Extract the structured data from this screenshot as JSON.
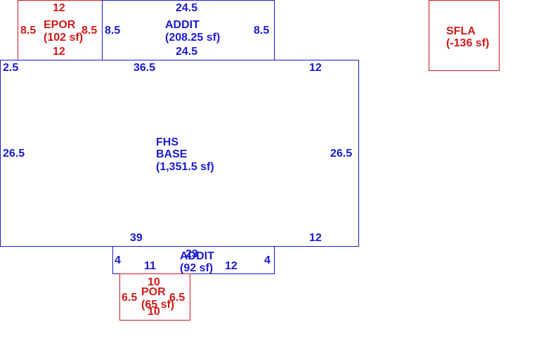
{
  "colors": {
    "blue": "#1a1ad0",
    "red": "#d01a1a"
  },
  "epor": {
    "name": "EPOR",
    "area": "(102 sf)",
    "top": "12",
    "bottom": "12",
    "left": "8.5",
    "right": "8.5"
  },
  "addit_top": {
    "name": "ADDIT",
    "area": "(208.25 sf)",
    "top": "24.5",
    "bottom": "24.5",
    "left": "8.5",
    "right": "8.5"
  },
  "sfla": {
    "name": "SFLA",
    "area": "(-136 sf)"
  },
  "base": {
    "name1": "FHS",
    "name2": "BASE",
    "area": "(1,351.5 sf)",
    "top_left": "2.5",
    "top_mid": "36.5",
    "top_right": "12",
    "left": "26.5",
    "right": "26.5",
    "bottom_mid": "39",
    "bottom_right": "12"
  },
  "addit_bottom": {
    "name": "ADDIT",
    "area": "(92 sf)",
    "top": "23",
    "left": "4",
    "right": "4",
    "bottom_left": "11",
    "bottom_right": "12"
  },
  "por": {
    "name": "POR",
    "area": "(65 sf)",
    "top": "10",
    "bottom": "10",
    "left": "6.5",
    "right": "6.5"
  }
}
